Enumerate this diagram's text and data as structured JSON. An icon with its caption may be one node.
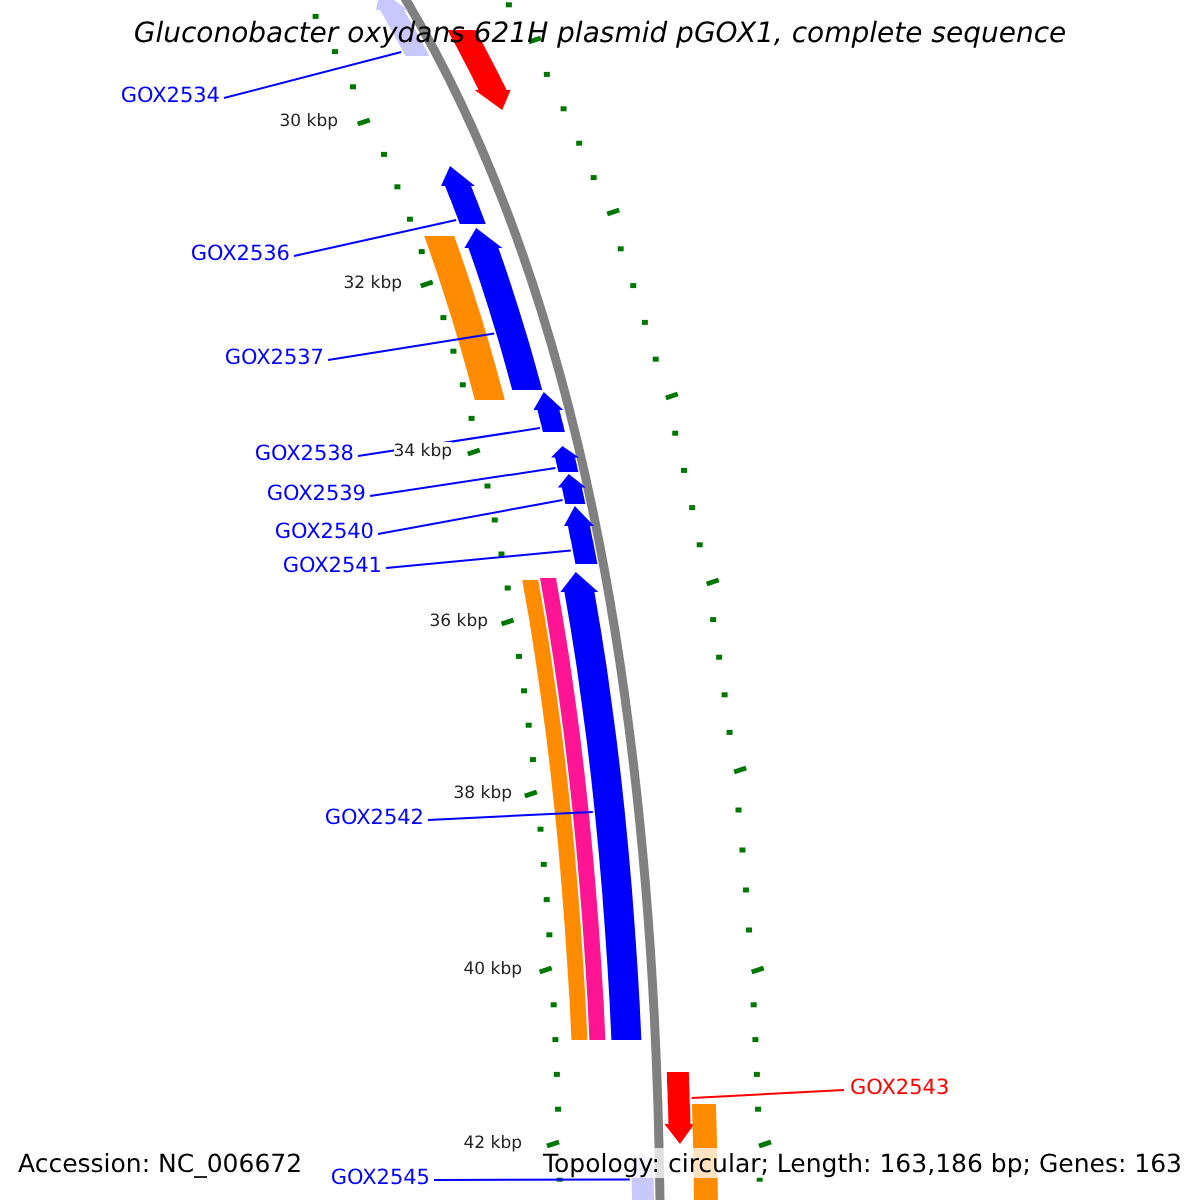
{
  "diagram": {
    "title": "Gluconobacter oxydans 621H plasmid pGOX1, complete sequence",
    "nodes": [
      {
        "text": [
          "GOX2534"
        ]
      },
      {
        "text": [
          "GOX2536"
        ]
      },
      {
        "text": [
          "GOX2537"
        ]
      },
      {
        "text": [
          "GOX2538"
        ]
      },
      {
        "text": [
          "GOX2539"
        ]
      },
      {
        "text": [
          "GOX2540"
        ]
      },
      {
        "text": [
          "GOX2541"
        ]
      },
      {
        "text": [
          "GOX2542"
        ]
      },
      {
        "text": [
          "GOX2543"
        ]
      },
      {
        "text": [
          "GOX2545"
        ]
      },
      {
        "text": [],
        "shape": "arrow"
      },
      {
        "text": [],
        "shape": "arrow"
      },
      {
        "text": [],
        "shape": "arrow"
      },
      {
        "text": [],
        "shape": "arrow"
      },
      {
        "text": [],
        "shape": "arrow"
      },
      {
        "text": [],
        "shape": "arrow"
      },
      {
        "text": [],
        "shape": "arrow"
      },
      {
        "text": [],
        "shape": "arrow"
      },
      {
        "text": [],
        "shape": "arrow"
      },
      {
        "text": [],
        "shape": "arrow"
      },
      {
        "text": [],
        "shape": "arrow"
      },
      {
        "text": [],
        "shape": "bar"
      },
      {
        "text": [],
        "shape": "bar"
      },
      {
        "text": [],
        "shape": "bar"
      },
      {
        "text": [],
        "shape": "bar"
      }
    ],
    "edges": [
      {
        "from": 0,
        "to": 10,
        "arrow": "none"
      },
      {
        "from": 1,
        "to": 11,
        "arrow": "none"
      },
      {
        "from": 2,
        "to": 12,
        "arrow": "none"
      },
      {
        "from": 3,
        "to": 13,
        "arrow": "none"
      },
      {
        "from": 4,
        "to": 14,
        "arrow": "none"
      },
      {
        "from": 5,
        "to": 15,
        "arrow": "none"
      },
      {
        "from": 6,
        "to": 16,
        "arrow": "none"
      },
      {
        "from": 7,
        "to": 17,
        "arrow": "none"
      },
      {
        "from": 8,
        "to": 18,
        "arrow": "none",
        "color": "#ff0000"
      },
      {
        "from": 9,
        "to": 19,
        "arrow": "none"
      }
    ],
    "labels": [
      "30 kbp",
      "32 kbp",
      "34 kbp",
      "36 kbp",
      "38 kbp",
      "40 kbp",
      "42 kbp",
      "Accession: NC_006672",
      "Topology: circular; Length: 163,186 bp; Genes: 163"
    ]
  }
}
